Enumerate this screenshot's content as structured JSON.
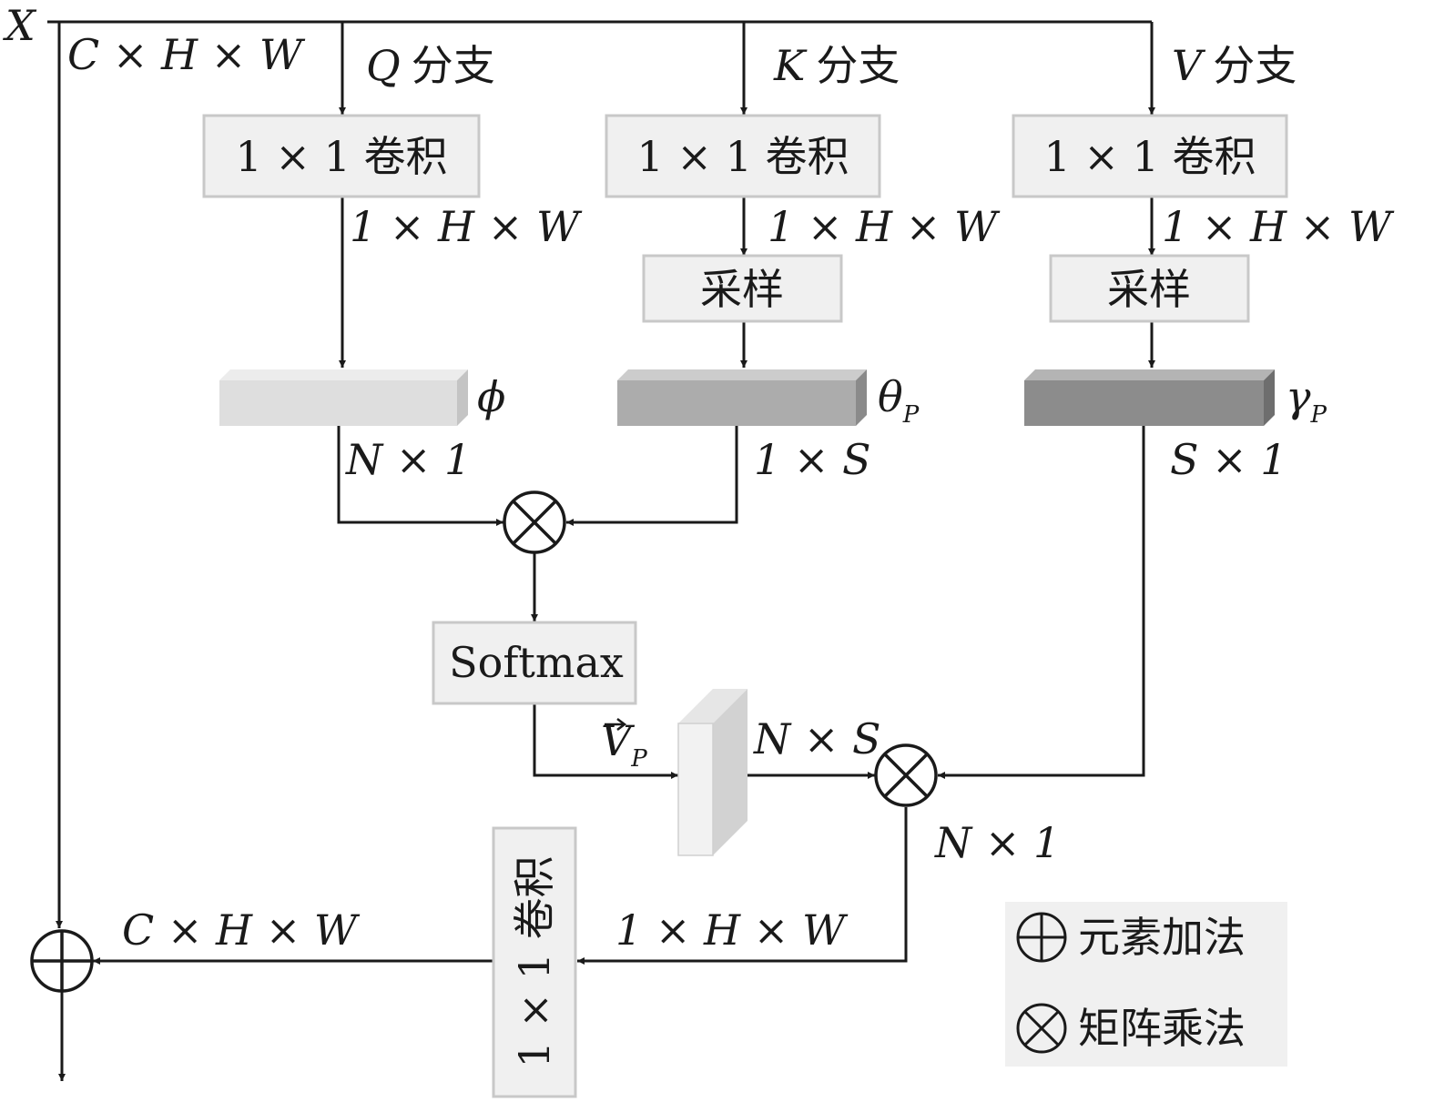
{
  "input": "X",
  "branches": {
    "q": {
      "var": "Q",
      "label": "分支"
    },
    "k": {
      "var": "K",
      "label": "分支"
    },
    "v": {
      "var": "V",
      "label": "分支"
    }
  },
  "dims": {
    "input": "C × H × W",
    "q_conv_out": "1 × H × W",
    "k_conv_out": "1 × H × W",
    "v_conv_out": "1 × H × W",
    "phi": "N × 1",
    "theta": "1 × S",
    "gamma": "S × 1",
    "attention": "N × S",
    "product": "N × 1",
    "out_conv_in": "1 × H × W",
    "output": "C × H × W"
  },
  "blocks": {
    "conv_q": "1 × 1 卷积",
    "conv_k": "1 × 1 卷积",
    "conv_v": "1 × 1 卷积",
    "sample_k": "采样",
    "sample_v": "采样",
    "softmax": "Softmax",
    "conv_out": "1 × 1 卷积"
  },
  "tensors": {
    "phi": {
      "symbol": "ϕ",
      "sub": ""
    },
    "theta": {
      "symbol": "θ",
      "sub": "P"
    },
    "gamma": {
      "symbol": "γ",
      "sub": "P"
    },
    "vp": {
      "symbol": "V",
      "sub": "P"
    }
  },
  "legend": {
    "add": "元素加法",
    "matmul": "矩阵乘法"
  },
  "colors": {
    "phi": "#dedede",
    "theta": "#acacac",
    "gamma": "#8c8c8c",
    "vp": "#f2f2f2"
  }
}
